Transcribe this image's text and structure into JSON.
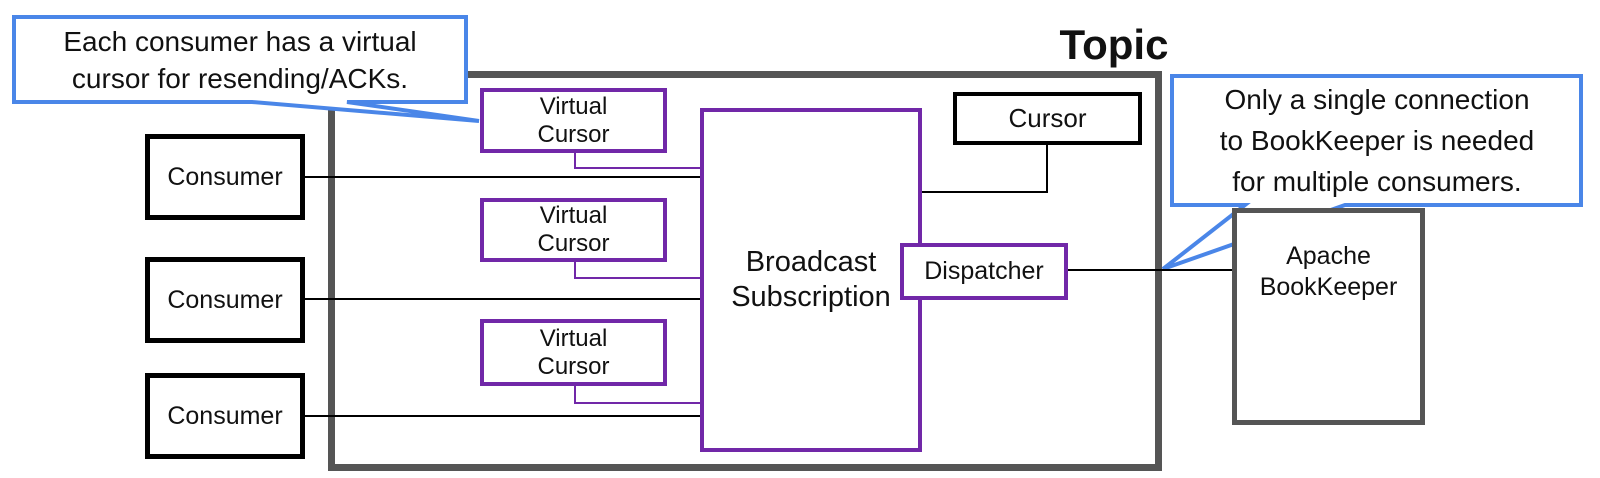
{
  "diagram": {
    "topic_label": "Topic",
    "callouts": {
      "left": {
        "lines": [
          "Each consumer has a virtual",
          "cursor for resending/ACKs."
        ]
      },
      "right": {
        "lines": [
          "Only a single connection",
          "to BookKeeper is needed",
          "for multiple consumers."
        ]
      }
    },
    "consumers": [
      {
        "label": "Consumer"
      },
      {
        "label": "Consumer"
      },
      {
        "label": "Consumer"
      }
    ],
    "virtual_cursors": [
      {
        "lines": [
          "Virtual",
          "Cursor"
        ]
      },
      {
        "lines": [
          "Virtual",
          "Cursor"
        ]
      },
      {
        "lines": [
          "Virtual",
          "Cursor"
        ]
      }
    ],
    "broadcast_subscription": {
      "lines": [
        "Broadcast",
        "Subscription"
      ]
    },
    "cursor": {
      "label": "Cursor"
    },
    "dispatcher": {
      "label": "Dispatcher"
    },
    "bookkeeper": {
      "lines": [
        "Apache",
        "BookKeeper"
      ]
    },
    "colors": {
      "callout_blue": "#4a86e8",
      "purple": "#7128a8",
      "frame_gray": "#555555"
    }
  }
}
